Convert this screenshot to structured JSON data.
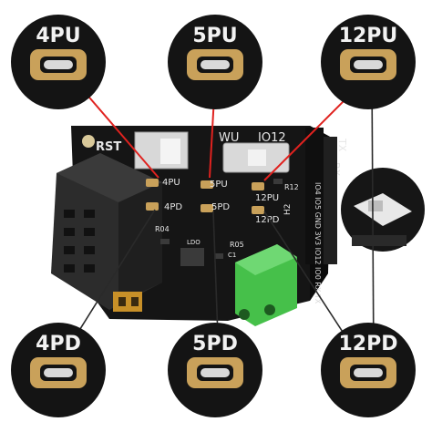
{
  "callouts": {
    "top_left": "4PU",
    "top_center": "5PU",
    "top_right": "12PU",
    "bottom_left": "4PD",
    "bottom_center": "5PD",
    "bottom_right": "12PD"
  },
  "board": {
    "rst": "RST",
    "wu": "WU",
    "io12": "IO12",
    "rx": "RX",
    "tx": "TX",
    "pads": [
      "4PU",
      "5PU",
      "12PU",
      "4PD",
      "5PD",
      "12PD"
    ],
    "r12": "R12",
    "r05": "R05",
    "r04": "R04",
    "h2": "H2",
    "ldo": "LDO",
    "c1": "C1",
    "pin_header_text": "IO4 IO5 GND 3V3 IO12 IO0 RX TX"
  },
  "colors": {
    "pcb": "#151515",
    "pad": "#c9a15a",
    "arrow_red": "#e0221f",
    "arrow_dark": "#2a2a2a",
    "terminal_green": "#46c04a"
  }
}
